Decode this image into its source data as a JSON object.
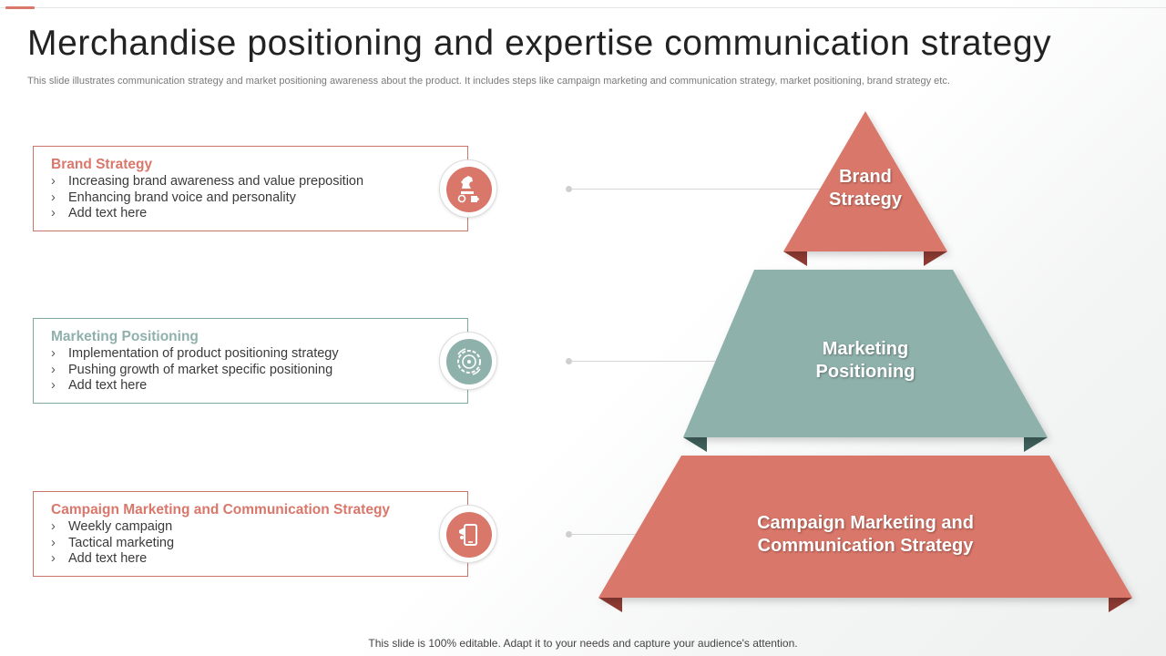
{
  "slide": {
    "title": "Merchandise positioning and expertise communication strategy",
    "subtitle": "This slide illustrates communication strategy and market positioning awareness about the product. It includes steps like campaign marketing and communication strategy, market positioning, brand strategy etc.",
    "footer": "This slide is 100% editable. Adapt it to your needs and capture your audience's attention."
  },
  "cards": [
    {
      "title": "Brand Strategy",
      "bullets": [
        "Increasing brand awareness and value preposition",
        "Enhancing brand voice and personality",
        "Add text here"
      ],
      "icon": "chess-knight-puzzle-icon"
    },
    {
      "title": "Marketing Positioning",
      "bullets": [
        "Implementation of product positioning strategy",
        "Pushing growth of market specific positioning",
        "Add text here"
      ],
      "icon": "target-gear-icon"
    },
    {
      "title": "Campaign Marketing and Communication Strategy",
      "bullets": [
        "Weekly campaign",
        "Tactical marketing",
        "Add text here"
      ],
      "icon": "mobile-megaphone-icon"
    }
  ],
  "pyramid": {
    "tier1": [
      "Brand",
      "Strategy"
    ],
    "tier2": [
      "Marketing",
      "Positioning"
    ],
    "tier3": [
      "Campaign Marketing and",
      "Communication Strategy"
    ]
  },
  "colors": {
    "coral": "#d9776b",
    "sage": "#8fb1ab",
    "coral_dark": "#8e3b32",
    "sage_dark": "#3f5f5a"
  },
  "bullet_glyph": "›"
}
